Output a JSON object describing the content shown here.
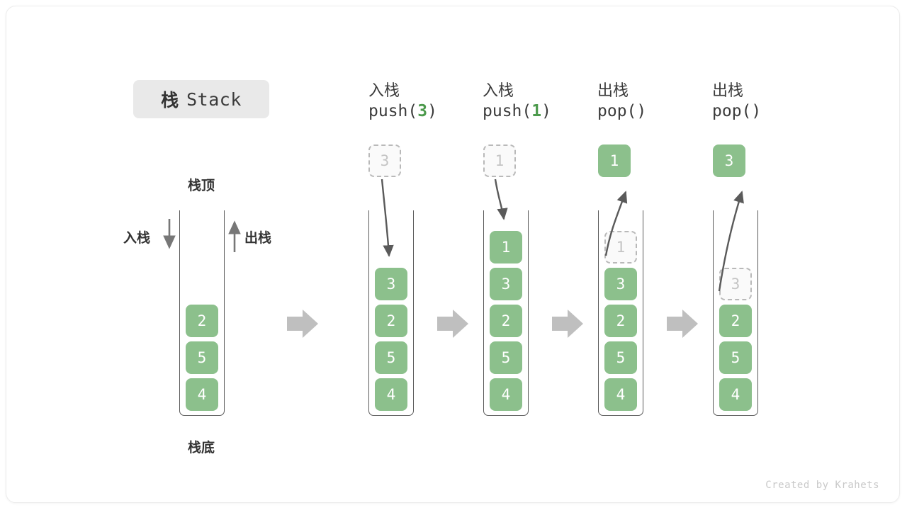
{
  "title": {
    "cn": "栈",
    "en": "Stack"
  },
  "labels": {
    "top": "栈顶",
    "bottom": "栈底",
    "push_side": "入栈",
    "pop_side": "出栈"
  },
  "footer": "Created by Krahets",
  "colors": {
    "element": "#8cc08c",
    "ghost_border": "#b9b9b9",
    "arrow": "#5a5a5a",
    "separator": "#bfbfbf",
    "accent_number": "#4c9a4c"
  },
  "columns": [
    {
      "id": "initial",
      "head_cn": "",
      "head_code": "",
      "head_arg": "",
      "stack": [
        "4",
        "5",
        "2"
      ],
      "ghost_index": -1,
      "float_box": null,
      "float_style": ""
    },
    {
      "id": "push-3",
      "head_cn": "入栈",
      "head_code_prefix": "push(",
      "head_arg": "3",
      "head_code_suffix": ")",
      "stack": [
        "4",
        "5",
        "2",
        "3"
      ],
      "ghost_index": -1,
      "float_box": "3",
      "float_style": "ghost"
    },
    {
      "id": "push-1",
      "head_cn": "入栈",
      "head_code_prefix": "push(",
      "head_arg": "1",
      "head_code_suffix": ")",
      "stack": [
        "4",
        "5",
        "2",
        "3",
        "1"
      ],
      "ghost_index": -1,
      "float_box": "1",
      "float_style": "ghost"
    },
    {
      "id": "pop-1",
      "head_cn": "出栈",
      "head_code_prefix": "pop(",
      "head_arg": "",
      "head_code_suffix": ")",
      "stack": [
        "4",
        "5",
        "2",
        "3",
        "1"
      ],
      "ghost_index": 4,
      "float_box": "1",
      "float_style": "solid"
    },
    {
      "id": "pop-3",
      "head_cn": "出栈",
      "head_code_prefix": "pop(",
      "head_arg": "",
      "head_code_suffix": ")",
      "stack": [
        "4",
        "5",
        "2",
        "3"
      ],
      "ghost_index": 3,
      "float_box": "3",
      "float_style": "solid"
    }
  ],
  "cells": {
    "c0": [
      "2",
      "5",
      "4"
    ],
    "c1": [
      "3",
      "2",
      "5",
      "4"
    ],
    "c2": [
      "1",
      "3",
      "2",
      "5",
      "4"
    ],
    "c3": [
      "1",
      "3",
      "2",
      "5",
      "4"
    ],
    "c4": [
      "3",
      "2",
      "5",
      "4"
    ]
  },
  "heads": {
    "h1_cn": "入栈",
    "h1_pre": "push(",
    "h1_arg": "3",
    "h1_post": ")",
    "h2_cn": "入栈",
    "h2_pre": "push(",
    "h2_arg": "1",
    "h2_post": ")",
    "h3_cn": "出栈",
    "h3_code": "pop()",
    "h4_cn": "出栈",
    "h4_code": "pop()"
  },
  "floats": {
    "f1": "3",
    "f2": "1",
    "f3": "1",
    "f4": "3"
  }
}
